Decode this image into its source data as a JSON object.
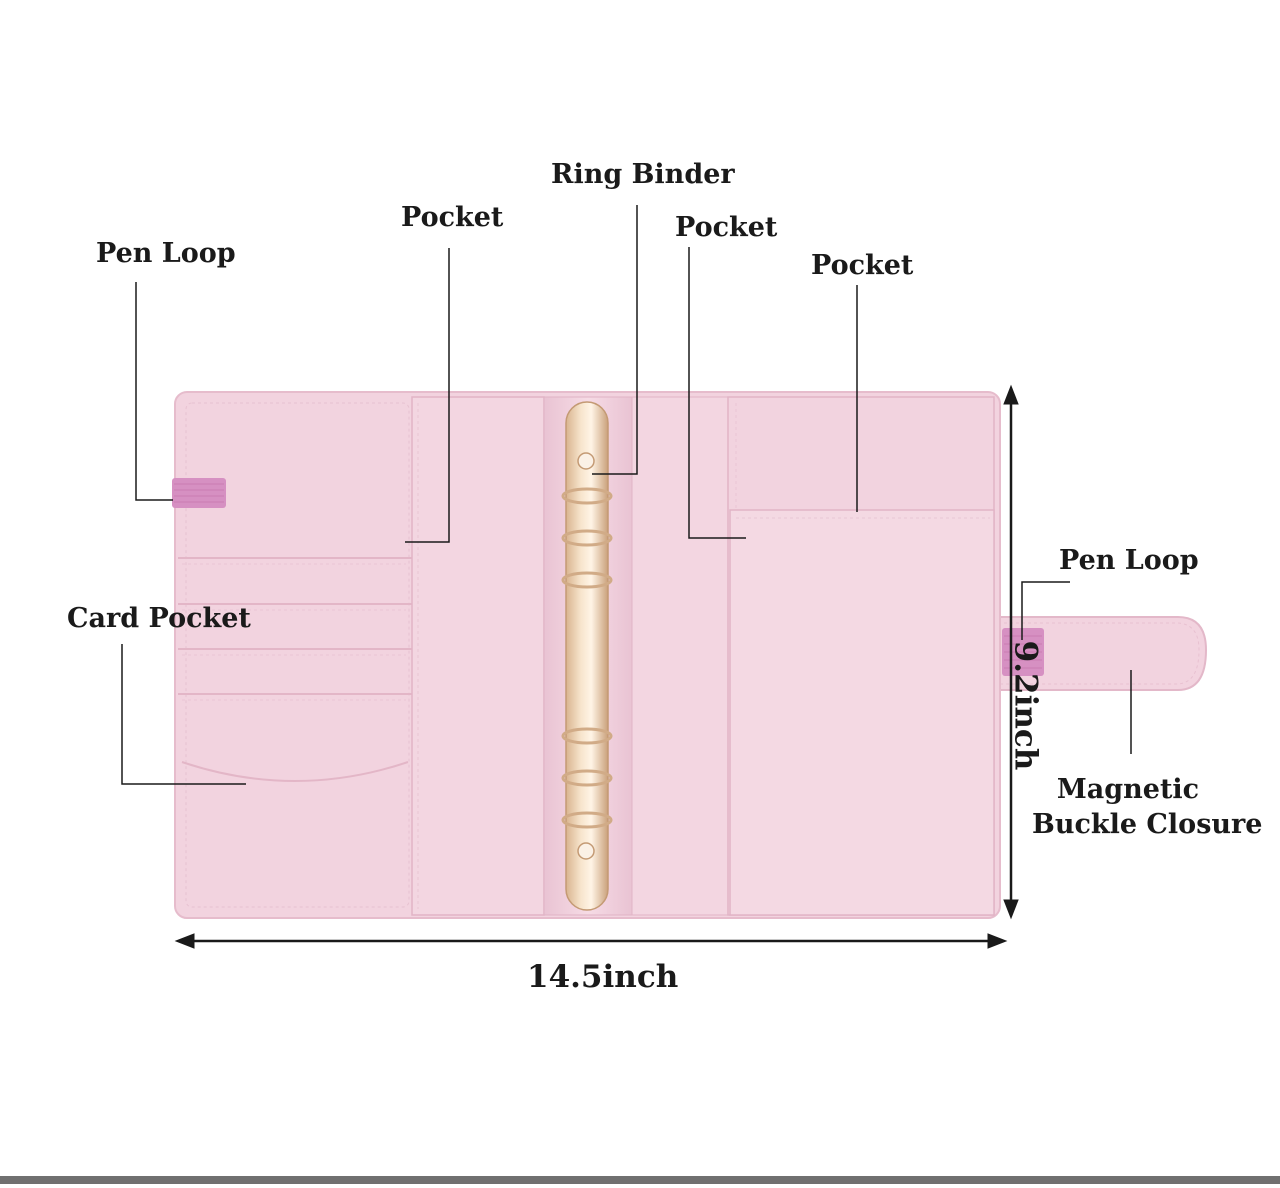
{
  "labels": {
    "pen_loop_left": "Pen Loop",
    "card_pocket": "Card Pocket",
    "pocket_left": "Pocket",
    "ring_binder": "Ring Binder",
    "pocket_center_right": "Pocket",
    "pocket_right": "Pocket",
    "pen_loop_right": "Pen Loop",
    "magnetic_line1": "Magnetic",
    "magnetic_line2": "Buckle Closure"
  },
  "dimensions": {
    "width": "14.5inch",
    "height": "9.2inch"
  },
  "colors": {
    "binder_pink": "#f2d3df",
    "binder_edge": "#e3b8c9",
    "pen_loop": "#d690c2",
    "ring_gold": "#ead2b4",
    "line": "#1a1a1a",
    "bottom_bar": "#707070"
  }
}
